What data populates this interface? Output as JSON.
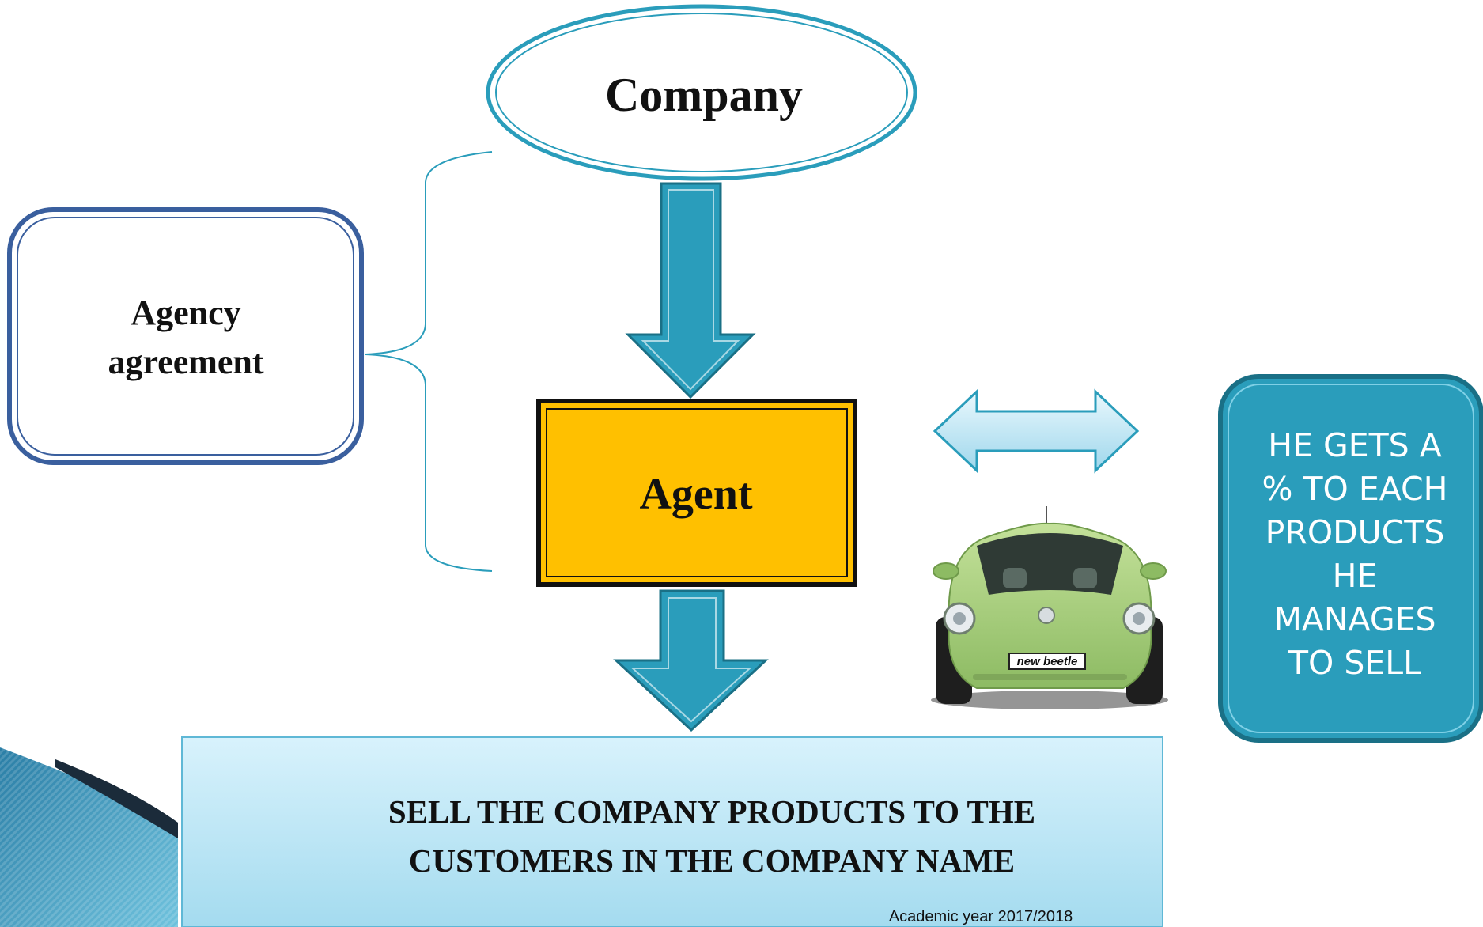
{
  "diagram": {
    "company_label": "Company",
    "agent_label": "Agent",
    "agency_label_line1": "Agency",
    "agency_label_line2": "agreement",
    "sell_line1": "SELL THE COMPANY PRODUCTS TO THE",
    "sell_line2": "CUSTOMERS IN THE COMPANY NAME",
    "commission_lines": [
      "HE GETS A",
      "% TO EACH",
      "PRODUCTS",
      "HE",
      "MANAGES",
      "TO SELL"
    ],
    "car_badge": "new beetle",
    "footer": "Academic year 2017/2018"
  },
  "colors": {
    "teal": "#2a9dbb",
    "teal_border": "#1a7086",
    "agent_fill": "#ffc000",
    "agency_border": "#3a5f9e",
    "sell_fill_top": "#d6f1fc",
    "sell_fill_bottom": "#a7dcef",
    "car_green": "#a6cf7b"
  },
  "icons": [
    "down-arrow-icon",
    "double-arrow-icon",
    "brace-icon",
    "car-image",
    "corner-wedge-icon"
  ]
}
